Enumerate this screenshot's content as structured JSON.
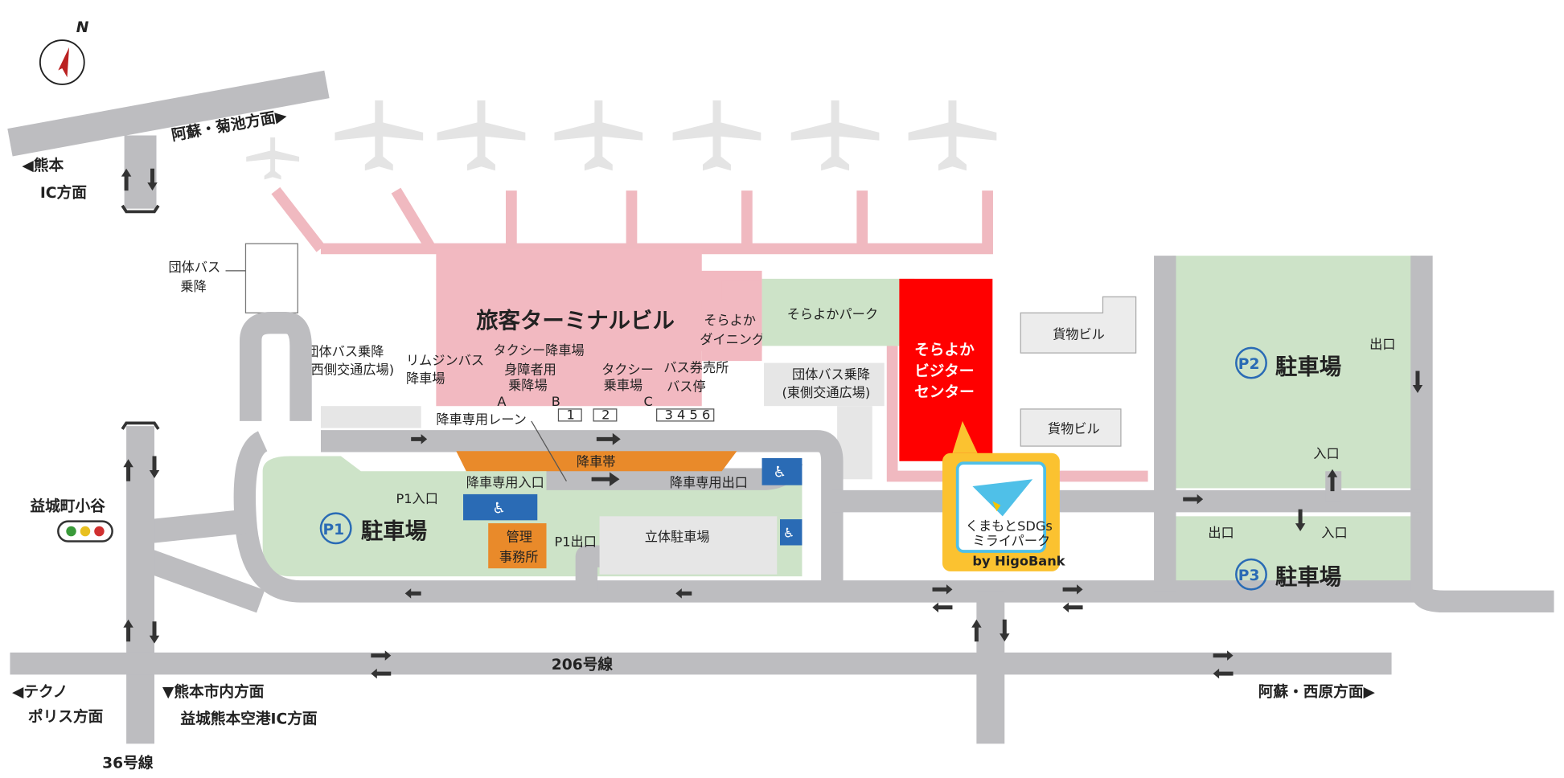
{
  "compass": {
    "north": "N"
  },
  "directions": {
    "aso_kikuchi": "阿蘇・菊池方面▶",
    "kumamoto_ic_1": "◀熊本",
    "kumamoto_ic_2": "IC方面",
    "techno_1": "◀テクノ",
    "techno_2": "ポリス方面",
    "kumamoto_city": "▼熊本市内方面",
    "mashiki_ic": "益城熊本空港IC方面",
    "aso_nishihara": "阿蘇・西原方面▶",
    "route36": "36号線",
    "route206": "206号線",
    "mashiki_koya": "益城町小谷"
  },
  "buildings": {
    "terminal": "旅客ターミナルビル",
    "dining_1": "そらよか",
    "dining_2": "ダイニング",
    "park": "そらよかパーク",
    "visitor_1": "そらよか",
    "visitor_2": "ビジター",
    "visitor_3": "センター",
    "cargo1": "貨物ビル",
    "cargo2": "貨物ビル",
    "group_bus_w_1": "団体バス",
    "group_bus_w_2": "乗降",
    "group_bus_west_1": "団体バス乗降",
    "group_bus_west_2": "(西側交通広場)",
    "group_bus_east_1": "団体バス乗降",
    "group_bus_east_2": "(東側交通広場)",
    "management_1": "管理",
    "management_2": "事務所",
    "multi_parking": "立体駐車場"
  },
  "terminal_front": {
    "limousine_1": "リムジンバス",
    "limousine_2": "降車場",
    "taxi_drop": "タクシー降車場",
    "accessible_1": "身障者用",
    "accessible_2": "乗降場",
    "taxi_pick_1": "タクシー",
    "taxi_pick_2": "乗車場",
    "bus_ticket": "バス券売所",
    "bus_stop": "バス停",
    "gate_a": "A",
    "gate_b": "B",
    "gate_c": "C",
    "stop1": "1",
    "stop2": "2",
    "stop3456": "3 4 5 6",
    "dropoff_lane": "降車専用レーン",
    "dropoff_zone": "降車帯",
    "lane_entrance": "降車専用入口",
    "lane_exit": "降車専用出口"
  },
  "parking": {
    "p1_badge": "P1",
    "p1_label": "駐車場",
    "p1_in": "P1入口",
    "p1_out": "P1出口",
    "p2_badge": "P2",
    "p2_label": "駐車場",
    "p2_out": "出口",
    "p2_in": "入口",
    "p3_badge": "P3",
    "p3_label": "駐車場",
    "p3_out": "出口",
    "p3_in": "入口"
  },
  "sdgs_card": {
    "line1": "くまもとSDGs",
    "line2": "ミライパーク",
    "by": "by HigoBank"
  },
  "colors": {
    "road": "#bdbdc0",
    "terminal": "#f2b9c1",
    "park": "#cde3c8",
    "visitor": "#ff0000",
    "orange": "#e98a2a",
    "accessible": "#2a6bb5",
    "card": "#fbc230"
  }
}
